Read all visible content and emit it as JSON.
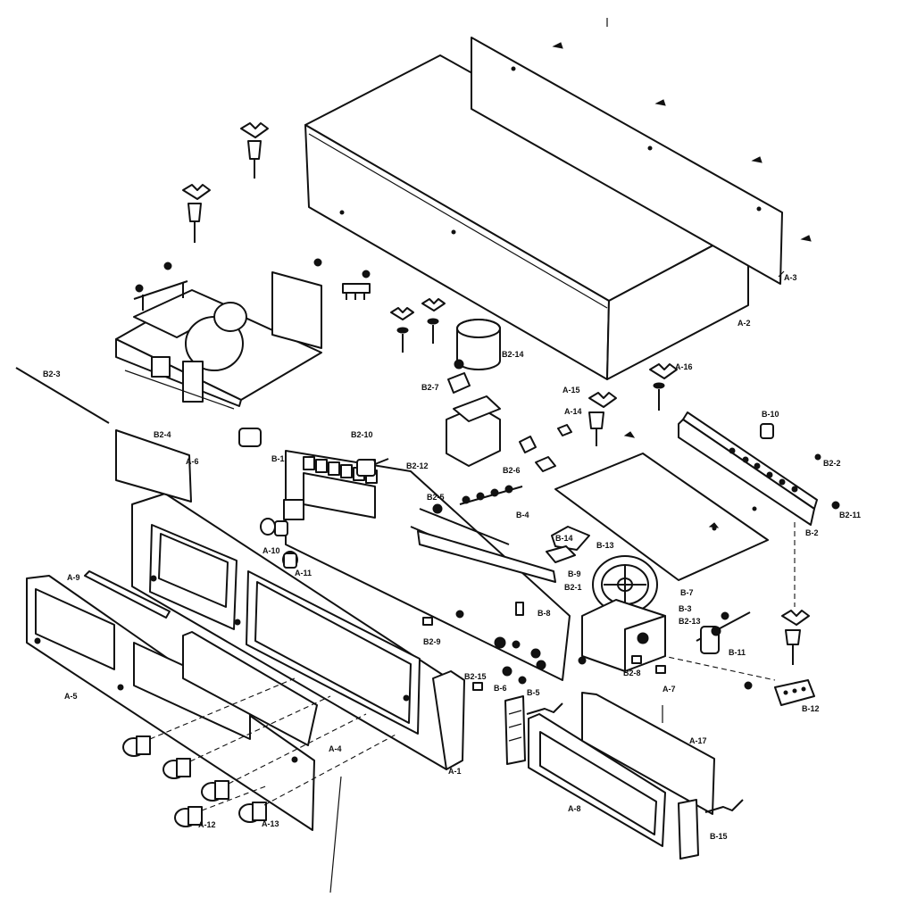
{
  "labels": {
    "A-1": "A-1",
    "A-2": "A-2",
    "A-3": "A-3",
    "A-4": "A-4",
    "A-5": "A-5",
    "A-6": "A-6",
    "A-7": "A-7",
    "A-8": "A-8",
    "A-9": "A-9",
    "A-10": "A-10",
    "A-11": "A-11",
    "A-12": "A-12",
    "A-13": "A-13",
    "A-14": "A-14",
    "A-15": "A-15",
    "A-16": "A-16",
    "A-17": "A-17",
    "B-1": "B-1",
    "B-2": "B-2",
    "B-3": "B-3",
    "B-4": "B-4",
    "B-5": "B-5",
    "B-6": "B-6",
    "B-7": "B-7",
    "B-8": "B-8",
    "B-9": "B-9",
    "B-10": "B-10",
    "B-11": "B-11",
    "B-12": "B-12",
    "B-13": "B-13",
    "B-14": "B-14",
    "B-15": "B-15",
    "B2-1": "B2-1",
    "B2-2": "B2-2",
    "B2-3": "B2-3",
    "B2-4": "B2-4",
    "B2-5": "B2-5",
    "B2-6": "B2-6",
    "B2-7": "B2-7",
    "B2-8": "B2-8",
    "B2-9": "B2-9",
    "B2-10": "B2-10",
    "B2-11": "B2-11",
    "B2-12": "B2-12",
    "B2-13": "B2-13",
    "B2-14": "B2-14",
    "B2-15": "B2-15"
  }
}
